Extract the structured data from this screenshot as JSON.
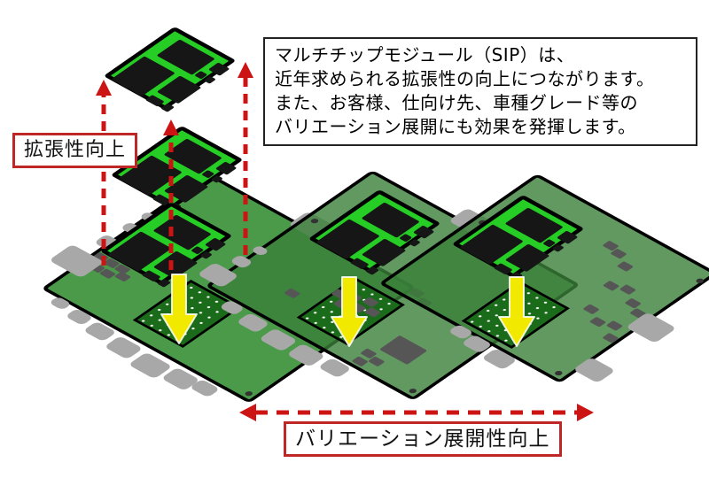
{
  "description_box": {
    "lines": [
      "マルチチップモジュール（SIP）は、",
      "近年求められる拡張性の向上につながります。",
      "また、お客様、仕向け先、車種グレード等の",
      "バリエーション展開にも効果を発揮します。"
    ]
  },
  "labels": {
    "expandability": "拡張性向上",
    "variation": "バリエーション展開性向上"
  },
  "colors": {
    "board_green": "#4a9a4a",
    "board_green_ghost": "#3a803a",
    "module_green": "#25cd25",
    "bga_green": "#1a6b1a",
    "arrow_red": "#cc1414",
    "label_red": "#bf2626",
    "arrow_yellow": "#f2e900",
    "connector_gray": "#a8a8a8",
    "component_gray": "#565656",
    "chip_black": "#161616"
  }
}
